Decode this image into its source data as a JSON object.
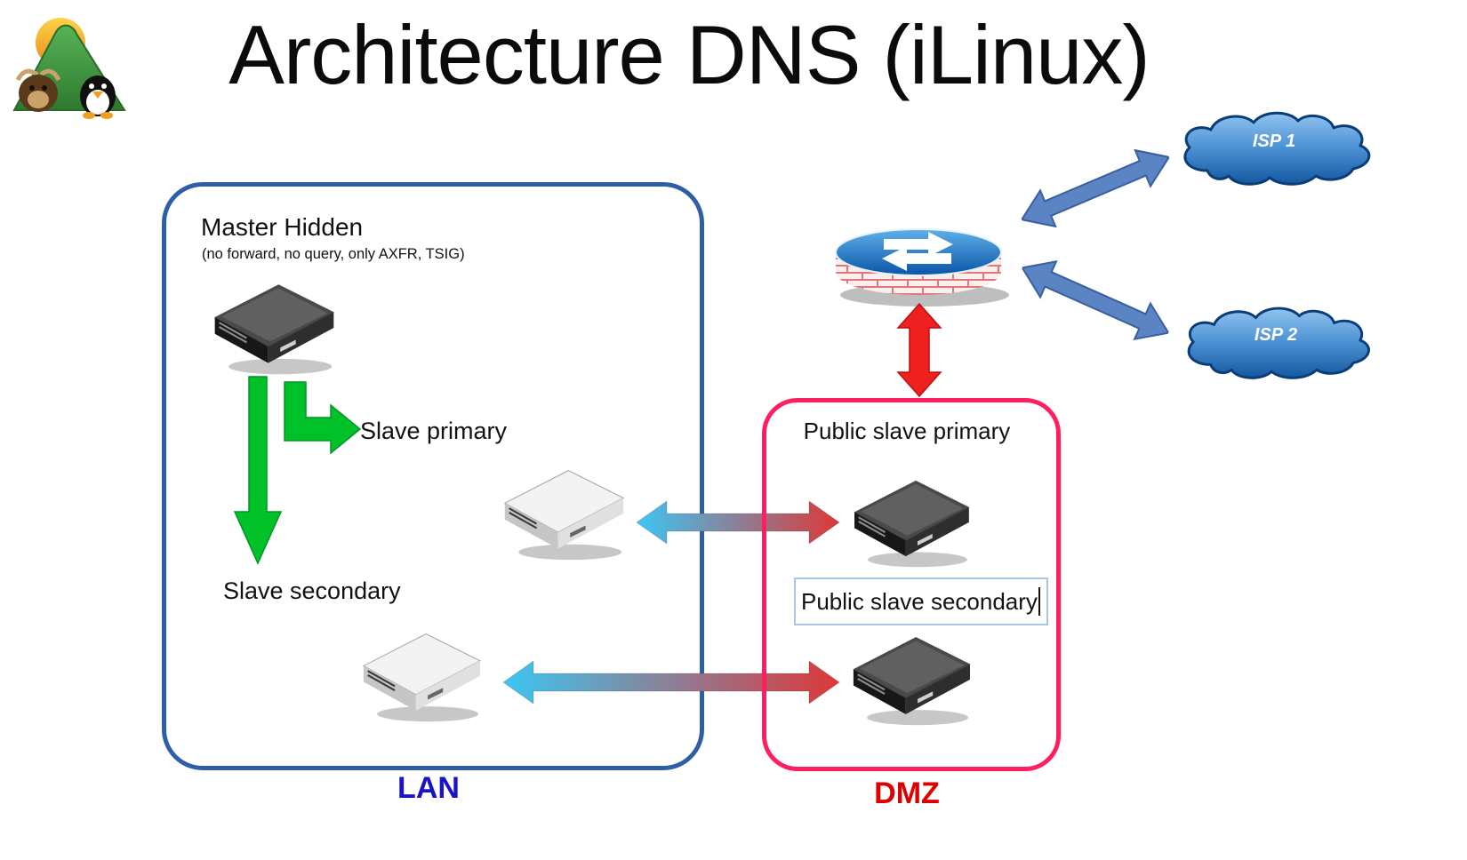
{
  "title": "Architecture DNS (iLinux)",
  "lan": {
    "label": "LAN",
    "master_title": "Master Hidden",
    "master_subtitle": "(no forward, no query, only AXFR, TSIG)",
    "slave_primary": "Slave primary",
    "slave_secondary": "Slave secondary"
  },
  "dmz": {
    "label": "DMZ",
    "public_primary": "Public slave primary",
    "public_secondary": "Public slave secondary"
  },
  "wan": {
    "isp1": "ISP 1",
    "isp2": "ISP 2"
  },
  "icons": [
    "gnu-tux-logo",
    "server-dark-icon",
    "server-light-icon",
    "router-firewall-icon",
    "cloud-icon",
    "green-arrow-down-icon",
    "green-arrow-elbow-icon",
    "gradient-double-arrow-icon",
    "blue-double-arrow-icon",
    "red-double-arrow-icon"
  ],
  "colors": {
    "lan_border": "#2e5ea8",
    "lan_label": "#1a14c8",
    "dmz_border": "#ff1f60",
    "dmz_label": "#dd0000",
    "green_arrow": "#00c128",
    "blue_arrow": "#5b84c4",
    "blue_arrow_border": "#3a5f9e",
    "red_arrow": "#ee2020",
    "gradient_left": "#3cc6f4",
    "gradient_right": "#dd3838",
    "cloud_light": "#90c4ee",
    "cloud_dark": "#1458a0",
    "textbox_border": "#a9c6e4"
  }
}
